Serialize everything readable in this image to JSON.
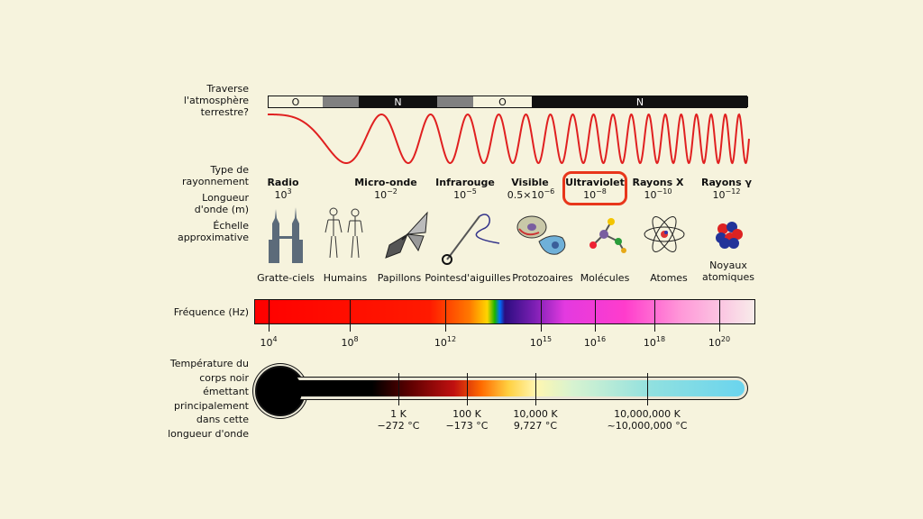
{
  "atmo": {
    "label": "Traverse l'atmosphère terrestre?",
    "segments": [
      {
        "text": "O"
      },
      {
        "text": ""
      },
      {
        "text": "N"
      },
      {
        "text": ""
      },
      {
        "text": "O"
      },
      {
        "text": "N"
      }
    ]
  },
  "type_label": "Type de rayonnement",
  "wavelength_label": "Longueur d'onde (m)",
  "scale_label": "Échelle approximative",
  "bands": [
    {
      "name": "Radio",
      "wl": "10",
      "exp": "3",
      "prefix": ""
    },
    {
      "name": "Micro-onde",
      "wl": "10",
      "exp": "−2",
      "prefix": ""
    },
    {
      "name": "Infrarouge",
      "wl": "10",
      "exp": "−5",
      "prefix": ""
    },
    {
      "name": "Visible",
      "wl": "×10",
      "exp": "−6",
      "prefix": "0.5"
    },
    {
      "name": "Ultraviolet",
      "wl": "10",
      "exp": "−8",
      "prefix": ""
    },
    {
      "name": "Rayons X",
      "wl": "10",
      "exp": "−10",
      "prefix": ""
    },
    {
      "name": "Rayons γ",
      "wl": "10",
      "exp": "−12",
      "prefix": ""
    }
  ],
  "objects": [
    "Gratte-ciels",
    "Humains",
    "Papillons",
    "Pointesd'aiguilles",
    "Protozoaires",
    "Molécules",
    "Atomes",
    "Noyaux atomiques"
  ],
  "frequency": {
    "label": "Fréquence (Hz)",
    "ticks": [
      {
        "base": "10",
        "exp": "4"
      },
      {
        "base": "10",
        "exp": "8"
      },
      {
        "base": "10",
        "exp": "12"
      },
      {
        "base": "10",
        "exp": "15"
      },
      {
        "base": "10",
        "exp": "16"
      },
      {
        "base": "10",
        "exp": "18"
      },
      {
        "base": "10",
        "exp": "20"
      }
    ]
  },
  "temperature": {
    "label": "Température du corps noir émettant principalement dans cette longueur d'onde",
    "ticks": [
      {
        "k": "1 K",
        "c": "−272 °C"
      },
      {
        "k": "100 K",
        "c": "−173 °C"
      },
      {
        "k": "10,000 K",
        "c": "9,727 °C"
      },
      {
        "k": "10,000,000 K",
        "c": "~10,000,000 °C"
      }
    ]
  },
  "colors": {
    "background": "#f6f3dd",
    "wave": "#e02020",
    "highlight": "#e8361b"
  },
  "highlight_band": "Ultraviolet"
}
